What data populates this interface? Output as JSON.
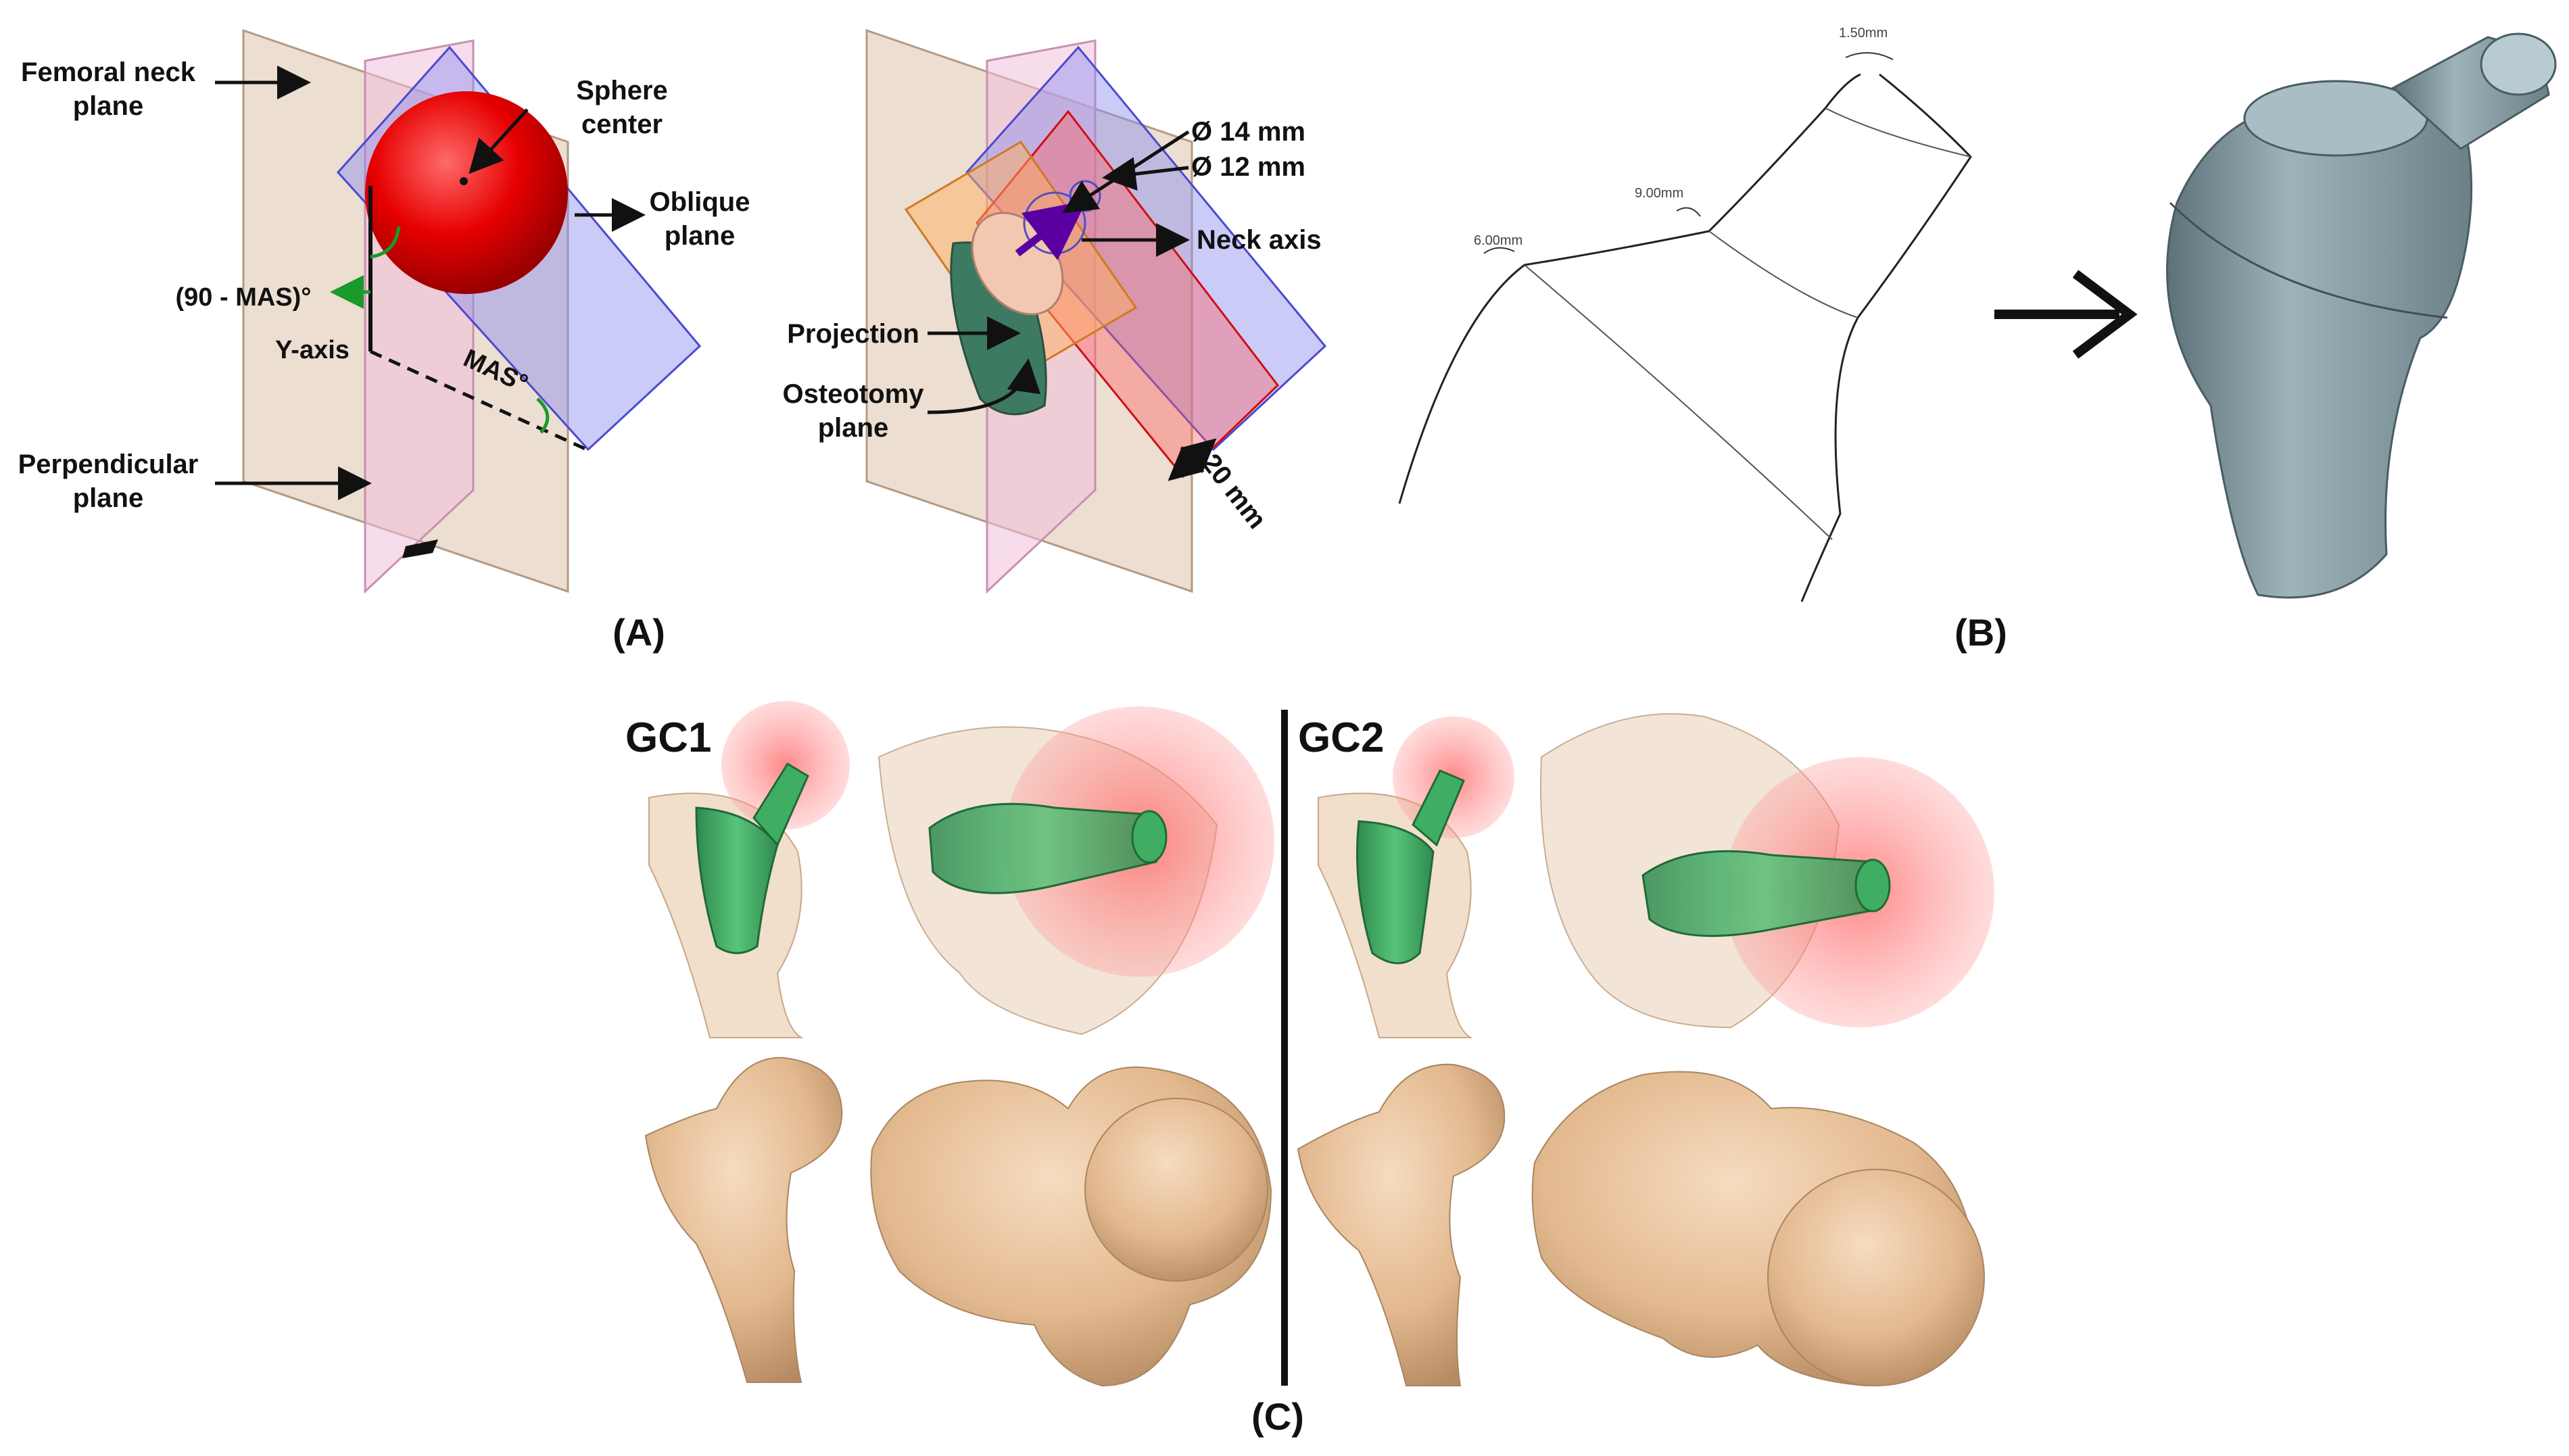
{
  "panel_labels": {
    "a": "(A)",
    "b": "(B)",
    "c": "(C)"
  },
  "panel_a": {
    "femoral_neck_plane": [
      "Femoral neck",
      "plane"
    ],
    "sphere_center": [
      "Sphere",
      "center"
    ],
    "oblique_plane": [
      "Oblique",
      "plane"
    ],
    "angle_90_mas": "(90 - MAS)°",
    "y_axis": "Y-axis",
    "mas_angle": "MAS°",
    "perpendicular_plane": [
      "Perpendicular",
      "plane"
    ]
  },
  "panel_a2": {
    "diameter_14": "Ø 14 mm",
    "diameter_12": "Ø 12 mm",
    "neck_axis": "Neck axis",
    "projection": "Projection",
    "osteotomy_plane": [
      "Osteotomy",
      "plane"
    ],
    "offset": "20 mm"
  },
  "panel_b": {
    "dim_top": "1.50mm",
    "dim_mid": "9.00mm",
    "dim_left": "6.00mm"
  },
  "panel_c": {
    "group_1": "GC1",
    "group_2": "GC2"
  },
  "colors": {
    "sphere_red": "#e60000",
    "oblique_blue": "#9090f0",
    "femoral_plane_tan": "#e6d3c2",
    "perp_pink": "#f0c0dc",
    "bone": "#e8c39e",
    "stem_green": "#3fae62",
    "implant_gray": "#7d929a"
  }
}
